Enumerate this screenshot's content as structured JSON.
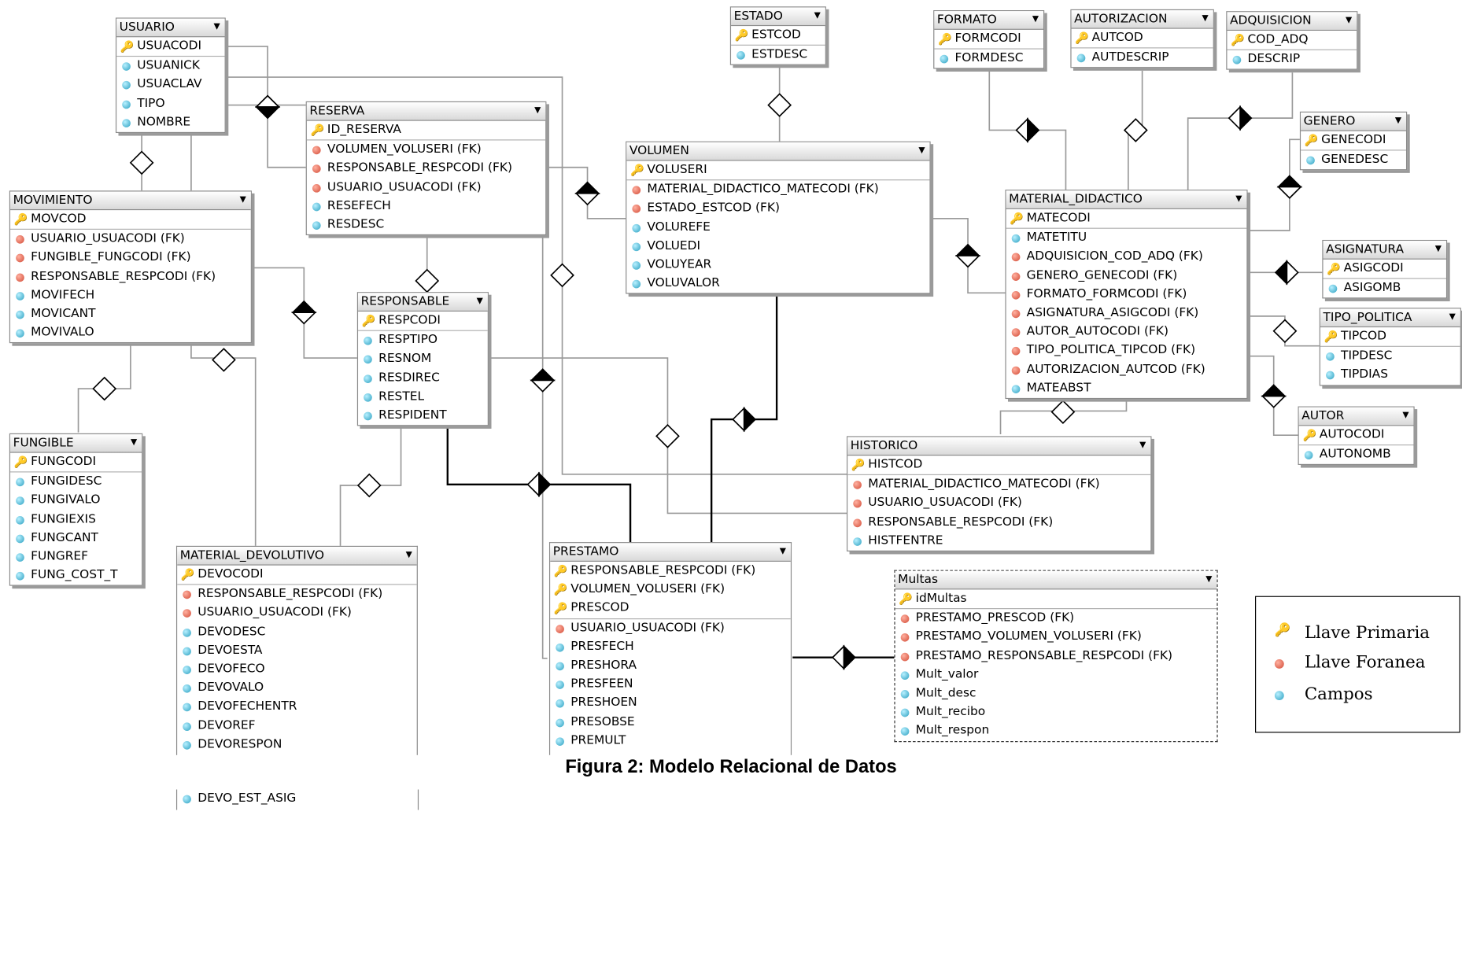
{
  "entities": {
    "usuario": {
      "title": "USUARIO",
      "rows": [
        {
          "type": "pk",
          "name": "USUACODI"
        },
        {
          "type": "field",
          "name": "USUANICK"
        },
        {
          "type": "field",
          "name": "USUACLAV"
        },
        {
          "type": "field",
          "name": "TIPO"
        },
        {
          "type": "field",
          "name": "NOMBRE"
        }
      ]
    },
    "estado": {
      "title": "ESTADO",
      "rows": [
        {
          "type": "pk",
          "name": "ESTCOD"
        },
        {
          "type": "field",
          "name": "ESTDESC"
        }
      ]
    },
    "formato": {
      "title": "FORMATO",
      "rows": [
        {
          "type": "pk",
          "name": "FORMCODI"
        },
        {
          "type": "field",
          "name": "FORMDESC"
        }
      ]
    },
    "autorizacion": {
      "title": "AUTORIZACION",
      "rows": [
        {
          "type": "pk",
          "name": "AUTCOD"
        },
        {
          "type": "field",
          "name": "AUTDESCRIP"
        }
      ]
    },
    "adquisicion": {
      "title": "ADQUISICION",
      "rows": [
        {
          "type": "pk",
          "name": "COD_ADQ"
        },
        {
          "type": "field",
          "name": "DESCRIP"
        }
      ]
    },
    "reserva": {
      "title": "RESERVA",
      "rows": [
        {
          "type": "pk",
          "name": "ID_RESERVA"
        },
        {
          "type": "fk",
          "name": "VOLUMEN_VOLUSERI (FK)"
        },
        {
          "type": "fk",
          "name": "RESPONSABLE_RESPCODI (FK)"
        },
        {
          "type": "fk",
          "name": "USUARIO_USUACODI (FK)"
        },
        {
          "type": "field",
          "name": "RESEFECH"
        },
        {
          "type": "field",
          "name": "RESDESC"
        }
      ]
    },
    "volumen": {
      "title": "VOLUMEN",
      "rows": [
        {
          "type": "pk",
          "name": "VOLUSERI"
        },
        {
          "type": "fk",
          "name": "MATERIAL_DIDACTICO_MATECODI (FK)"
        },
        {
          "type": "fk",
          "name": "ESTADO_ESTCOD (FK)"
        },
        {
          "type": "field",
          "name": "VOLUREFE"
        },
        {
          "type": "field",
          "name": "VOLUEDI"
        },
        {
          "type": "field",
          "name": "VOLUYEAR"
        },
        {
          "type": "field",
          "name": "VOLUVALOR"
        }
      ]
    },
    "genero": {
      "title": "GENERO",
      "rows": [
        {
          "type": "pk",
          "name": "GENECODI"
        },
        {
          "type": "field",
          "name": "GENEDESC"
        }
      ]
    },
    "movimiento": {
      "title": "MOVIMIENTO",
      "rows": [
        {
          "type": "pk",
          "name": "MOVCOD"
        },
        {
          "type": "fk",
          "name": "USUARIO_USUACODI (FK)"
        },
        {
          "type": "fk",
          "name": "FUNGIBLE_FUNGCODI (FK)"
        },
        {
          "type": "fk",
          "name": "RESPONSABLE_RESPCODI (FK)"
        },
        {
          "type": "field",
          "name": "MOVIFECH"
        },
        {
          "type": "field",
          "name": "MOVICANT"
        },
        {
          "type": "field",
          "name": "MOVIVALO"
        }
      ]
    },
    "material_didactico": {
      "title": "MATERIAL_DIDACTICO",
      "rows": [
        {
          "type": "pk",
          "name": "MATECODI"
        },
        {
          "type": "field",
          "name": "MATETITU"
        },
        {
          "type": "fk",
          "name": "ADQUISICION_COD_ADQ (FK)"
        },
        {
          "type": "fk",
          "name": "GENERO_GENECODI (FK)"
        },
        {
          "type": "fk",
          "name": "FORMATO_FORMCODI (FK)"
        },
        {
          "type": "fk",
          "name": "ASIGNATURA_ASIGCODI (FK)"
        },
        {
          "type": "fk",
          "name": "AUTOR_AUTOCODI (FK)"
        },
        {
          "type": "fk",
          "name": "TIPO_POLITICA_TIPCOD (FK)"
        },
        {
          "type": "fk",
          "name": "AUTORIZACION_AUTCOD (FK)"
        },
        {
          "type": "field",
          "name": "MATEABST"
        }
      ]
    },
    "asignatura": {
      "title": "ASIGNATURA",
      "rows": [
        {
          "type": "pk",
          "name": "ASIGCODI"
        },
        {
          "type": "field",
          "name": "ASIGOMB"
        }
      ]
    },
    "responsable": {
      "title": "RESPONSABLE",
      "rows": [
        {
          "type": "pk",
          "name": "RESPCODI"
        },
        {
          "type": "field",
          "name": "RESPTIPO"
        },
        {
          "type": "field",
          "name": "RESNOM"
        },
        {
          "type": "field",
          "name": "RESDIREC"
        },
        {
          "type": "field",
          "name": "RESTEL"
        },
        {
          "type": "field",
          "name": "RESPIDENT"
        }
      ]
    },
    "tipo_politica": {
      "title": "TIPO_POLITICA",
      "rows": [
        {
          "type": "pk",
          "name": "TIPCOD"
        },
        {
          "type": "field",
          "name": "TIPDESC"
        },
        {
          "type": "field",
          "name": "TIPDIAS"
        }
      ]
    },
    "autor": {
      "title": "AUTOR",
      "rows": [
        {
          "type": "pk",
          "name": "AUTOCODI"
        },
        {
          "type": "field",
          "name": "AUTONOMB"
        }
      ]
    },
    "historico": {
      "title": "HISTORICO",
      "rows": [
        {
          "type": "pk",
          "name": "HISTCOD"
        },
        {
          "type": "fk",
          "name": "MATERIAL_DIDACTICO_MATECODI (FK)"
        },
        {
          "type": "fk",
          "name": "USUARIO_USUACODI (FK)"
        },
        {
          "type": "fk",
          "name": "RESPONSABLE_RESPCODI (FK)"
        },
        {
          "type": "field",
          "name": "HISTFENTRE"
        }
      ]
    },
    "fungible": {
      "title": "FUNGIBLE",
      "rows": [
        {
          "type": "pk",
          "name": "FUNGCODI"
        },
        {
          "type": "field",
          "name": "FUNGIDESC"
        },
        {
          "type": "field",
          "name": "FUNGIVALO"
        },
        {
          "type": "field",
          "name": "FUNGIEXIS"
        },
        {
          "type": "field",
          "name": "FUNGCANT"
        },
        {
          "type": "field",
          "name": "FUNGREF"
        },
        {
          "type": "field",
          "name": "FUNG_COST_T"
        }
      ]
    },
    "material_devolutivo": {
      "title": "MATERIAL_DEVOLUTIVO",
      "rows": [
        {
          "type": "pk",
          "name": "DEVOCODI"
        },
        {
          "type": "fk",
          "name": "RESPONSABLE_RESPCODI (FK)"
        },
        {
          "type": "fk",
          "name": "USUARIO_USUACODI (FK)"
        },
        {
          "type": "field",
          "name": "DEVODESC"
        },
        {
          "type": "field",
          "name": "DEVOESTA"
        },
        {
          "type": "field",
          "name": "DEVOFECO"
        },
        {
          "type": "field",
          "name": "DEVOVALO"
        },
        {
          "type": "field",
          "name": "DEVOFECHENTR"
        },
        {
          "type": "field",
          "name": "DEVOREF"
        },
        {
          "type": "field",
          "name": "DEVORESPON"
        }
      ]
    },
    "prestamo": {
      "title": "PRESTAMO",
      "rows": [
        {
          "type": "pk",
          "name": "RESPONSABLE_RESPCODI (FK)"
        },
        {
          "type": "pk",
          "name": "VOLUMEN_VOLUSERI (FK)"
        },
        {
          "type": "pk",
          "name": "PRESCOD"
        },
        {
          "type": "fk",
          "name": "USUARIO_USUACODI (FK)"
        },
        {
          "type": "field",
          "name": "PRESFECH"
        },
        {
          "type": "field",
          "name": "PRESHORA"
        },
        {
          "type": "field",
          "name": "PRESFEEN"
        },
        {
          "type": "field",
          "name": "PRESHOEN"
        },
        {
          "type": "field",
          "name": "PRESOBSE"
        },
        {
          "type": "field",
          "name": "PREMULT"
        }
      ]
    },
    "multas": {
      "title": "Multas",
      "rows": [
        {
          "type": "pk",
          "name": "idMultas"
        },
        {
          "type": "fk",
          "name": "PRESTAMO_PRESCOD (FK)"
        },
        {
          "type": "fk",
          "name": "PRESTAMO_VOLUMEN_VOLUSERI (FK)"
        },
        {
          "type": "fk",
          "name": "PRESTAMO_RESPONSABLE_RESPCODI (FK)"
        },
        {
          "type": "field",
          "name": "Mult_valor"
        },
        {
          "type": "field",
          "name": "Mult_desc"
        },
        {
          "type": "field",
          "name": "Mult_recibo"
        },
        {
          "type": "field",
          "name": "Mult_respon"
        }
      ]
    }
  },
  "devolutivo_extra_field": "DEVO_EST_ASIG",
  "caption": "Figura 2: Modelo Relacional de Datos",
  "legend": {
    "pk": "Llave Primaria",
    "fk": "Llave Foranea",
    "field": "Campos"
  }
}
